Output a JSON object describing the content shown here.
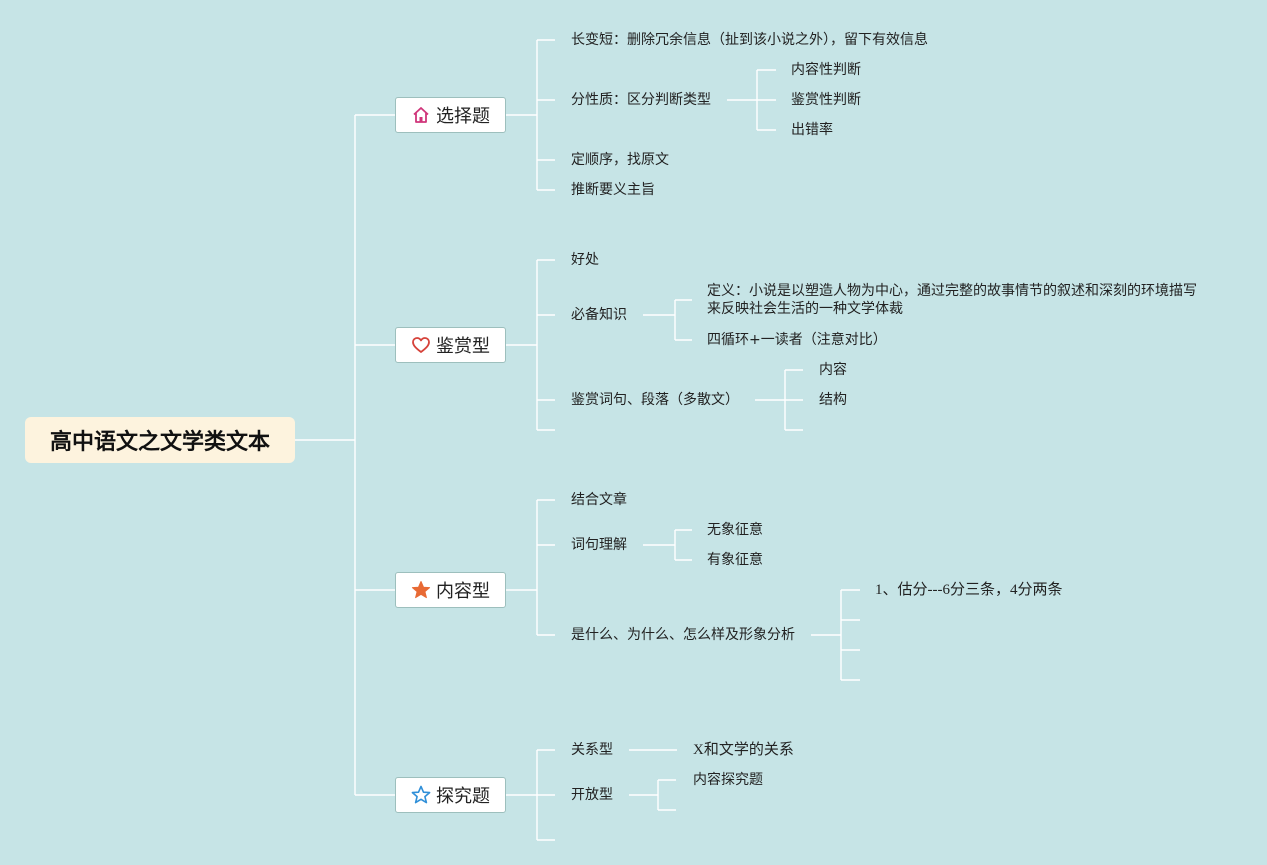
{
  "root": {
    "title": "高中语文之文学类文本"
  },
  "branches": [
    {
      "label": "选择题",
      "icon": "house-icon",
      "items": {
        "a": "长变短：删除冗余信息（扯到该小说之外），留下有效信息",
        "b": "分性质：区分判断类型",
        "b1": "内容性判断",
        "b2": "鉴赏性判断",
        "b3": "出错率",
        "c": "定顺序，找原文",
        "d": "推断要义主旨"
      }
    },
    {
      "label": "鉴赏型",
      "icon": "heart-icon",
      "items": {
        "a": "好处",
        "b": "必备知识",
        "b1": "定义：小说是以塑造人物为中心，通过完整的故事情节的叙述和深刻的环境描写来反映社会生活的一种文学体裁",
        "b2": "四循环+一读者（注意对比）",
        "c": "鉴赏词句、段落（多散文）",
        "c1": "内容",
        "c2": "结构"
      }
    },
    {
      "label": "内容型",
      "icon": "star-filled-icon",
      "items": {
        "a": "结合文章",
        "b": "词句理解",
        "b1": "无象征意",
        "b2": "有象征意",
        "c": "是什么、为什么、怎么样及形象分析",
        "c1": "1、估分---6分三条，4分两条"
      }
    },
    {
      "label": "探究题",
      "icon": "star-outline-icon",
      "items": {
        "a": "关系型",
        "a1": "X和文学的关系",
        "b": "开放型",
        "b1": "内容探究题"
      }
    }
  ],
  "colors": {
    "background": "#c6e4e6",
    "root_fill": "#fdf3de",
    "line": "#ffffff",
    "house_icon": "#d0357a",
    "heart_icon": "#d6423a",
    "star_filled_icon": "#e86a34",
    "star_outline_icon": "#2f8fd8"
  }
}
